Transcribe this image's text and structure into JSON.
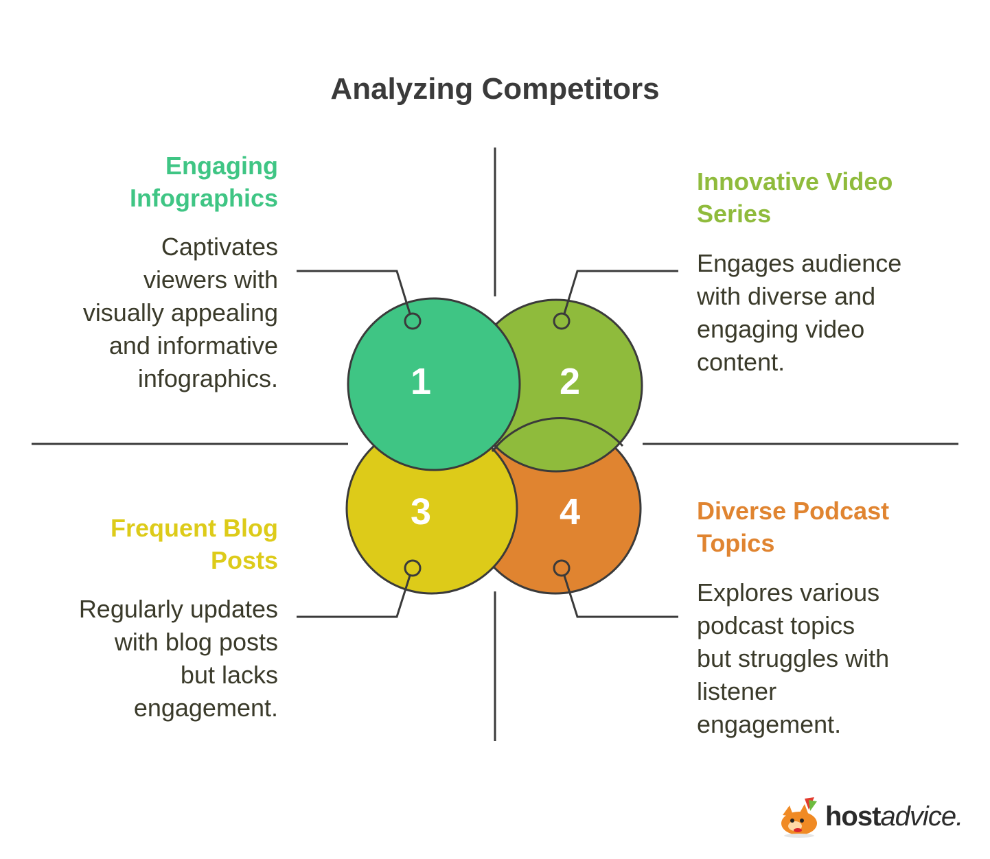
{
  "title": "Analyzing Competitors",
  "colors": {
    "green": "#3fc584",
    "lime": "#8fbb3c",
    "yellow": "#ddcb19",
    "orange": "#e08430",
    "outline": "#3a3a3a"
  },
  "items": [
    {
      "number": "1",
      "heading": "Engaging Infographics",
      "heading_lines": [
        "Engaging",
        "Infographics"
      ],
      "description_lines": [
        "Captivates",
        "viewers with",
        "visually appealing",
        "and informative",
        "infographics."
      ],
      "color": "#3fc584"
    },
    {
      "number": "2",
      "heading": "Innovative Video Series",
      "heading_lines": [
        "Innovative Video",
        "Series"
      ],
      "description_lines": [
        "Engages audience",
        "with diverse and",
        "engaging video",
        "content."
      ],
      "color": "#8fbb3c"
    },
    {
      "number": "3",
      "heading": "Frequent Blog Posts",
      "heading_lines": [
        "Frequent Blog",
        "Posts"
      ],
      "description_lines": [
        "Regularly updates",
        "with blog posts",
        "but lacks",
        "engagement."
      ],
      "color": "#ddcb19"
    },
    {
      "number": "4",
      "heading": "Diverse Podcast Topics",
      "heading_lines": [
        "Diverse Podcast",
        "Topics"
      ],
      "description_lines": [
        "Explores various",
        "podcast topics",
        "but struggles with",
        "listener",
        "engagement."
      ],
      "color": "#e08430"
    }
  ],
  "logo": {
    "bold": "host",
    "italic": "advice."
  }
}
